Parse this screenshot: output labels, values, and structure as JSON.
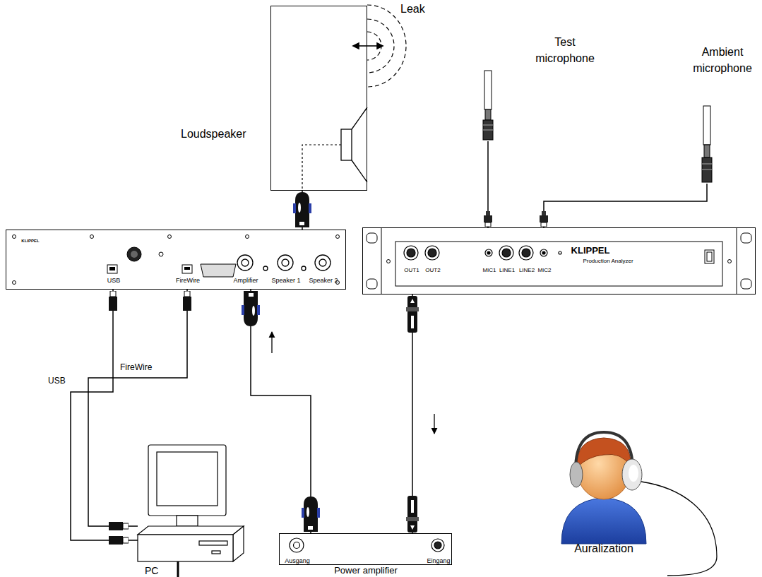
{
  "diagram": {
    "nodes": [
      {
        "text": [
          "Loudspeaker"
        ]
      },
      {
        "text": [
          "KLIPPEL",
          "USB",
          "FireWire",
          "Amplifier",
          "Speaker 1",
          "Speaker 2"
        ]
      },
      {
        "text": [
          "KLIPPEL",
          "Production Analyzer",
          "OUT1",
          "OUT2",
          "MIC1",
          "LINE1",
          "LINE2",
          "MIC2"
        ]
      },
      {
        "text": [
          "Test microphone"
        ]
      },
      {
        "text": [
          "Ambient microphone"
        ]
      },
      {
        "text": [
          "PC"
        ]
      },
      {
        "text": [
          "Ausgang",
          "Eingang",
          "Power amplifier"
        ]
      },
      {
        "text": [
          "Auralization"
        ]
      }
    ],
    "edges": [
      {
        "from": 0,
        "to": 1,
        "arrow": "none"
      },
      {
        "from": 3,
        "to": 2,
        "arrow": "none"
      },
      {
        "from": 4,
        "to": 2,
        "arrow": "none"
      },
      {
        "from": 1,
        "to": 5,
        "label": "USB",
        "arrow": "none"
      },
      {
        "from": 1,
        "to": 5,
        "label": "FireWire",
        "arrow": "none"
      },
      {
        "from": 6,
        "to": 1,
        "arrow": "to"
      },
      {
        "from": 2,
        "to": 6,
        "arrow": "to"
      }
    ],
    "labels": [
      "Leak"
    ]
  }
}
